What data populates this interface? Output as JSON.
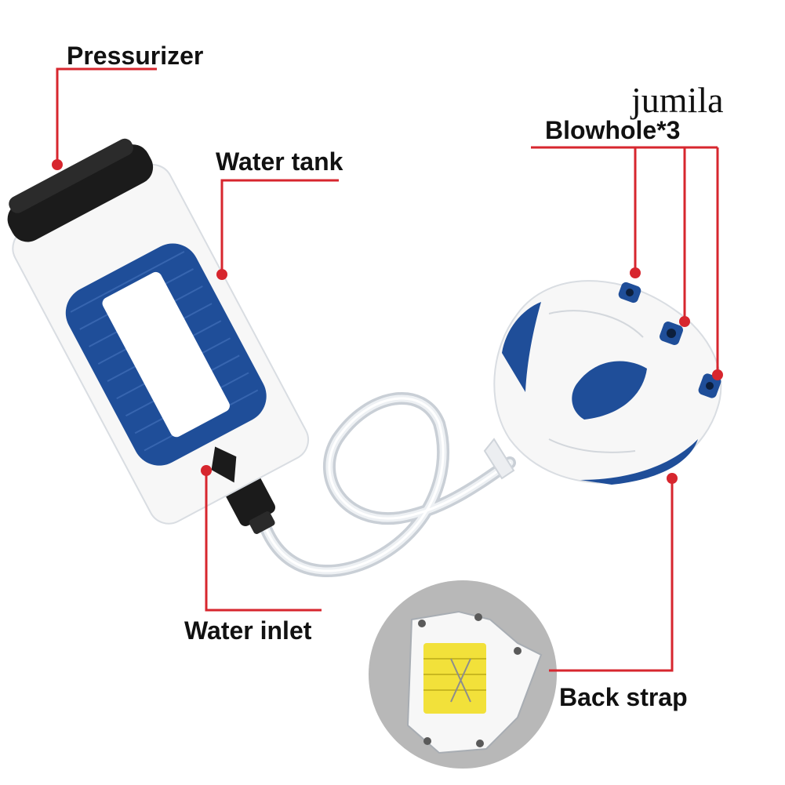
{
  "brand": {
    "text": "jumila"
  },
  "callouts": {
    "pressurizer": "Pressurizer",
    "water_tank": "Water tank",
    "blowhole": "Blowhole*3",
    "water_inlet": "Water inlet",
    "back_strap": "Back strap"
  },
  "colors": {
    "leader_line": "#d7262e",
    "product_blue": "#1f4e99",
    "product_white": "#f7f7f7",
    "cap_black": "#1b1b1b",
    "strap_yellow": "#f2e13a"
  },
  "icons": {
    "tank": "water-tank-illustration",
    "nozzle": "nozzle-head-illustration",
    "hose": "hose-illustration",
    "inset": "back-strap-photo-inset"
  }
}
